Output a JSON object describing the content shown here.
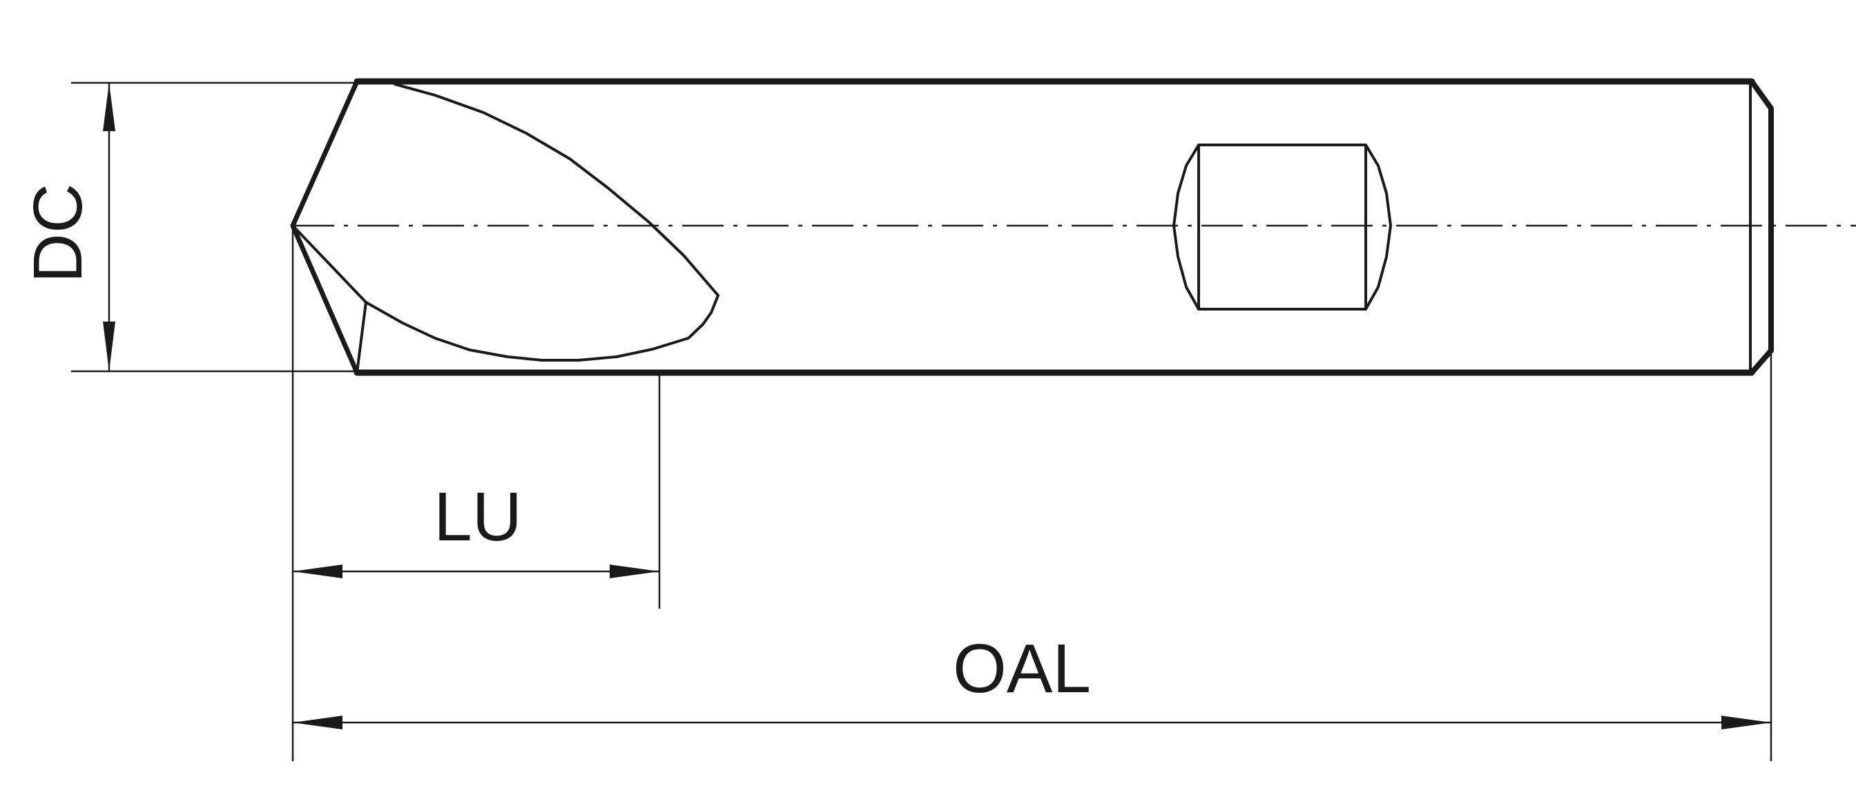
{
  "labels": {
    "dc": "DC",
    "lu": "LU",
    "oal": "OAL"
  },
  "colors": {
    "line": "#1a1a1a",
    "background": "#ffffff"
  }
}
